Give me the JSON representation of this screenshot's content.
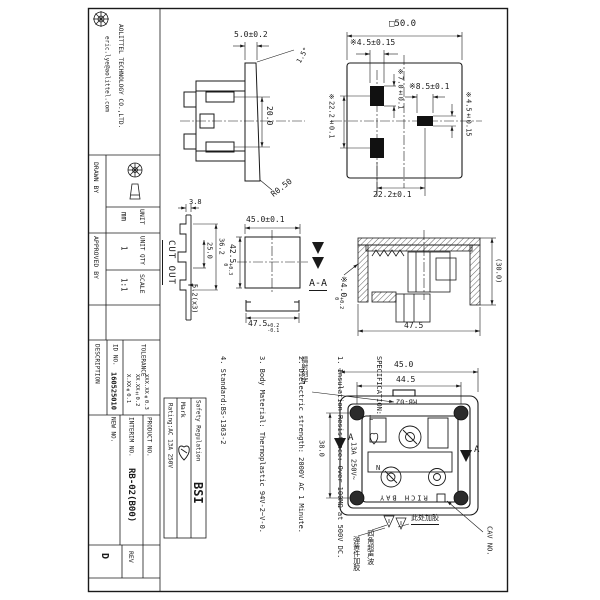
{
  "title_block": {
    "company": "AOLITTEL TECHNOLOGY CO.,LTD.",
    "email": "eric.lye@aolittel.com",
    "drawn_by_label": "DRAWN BY",
    "approved_by_label": "APPROVED BY",
    "unit_label": "UNIT",
    "unit_value": "mm",
    "unit_qty_label": "UNIT QTY",
    "unit_qty_value": "1",
    "scale_label": "SCALE",
    "scale_value": "1:1",
    "description_label": "DESCRIPTION",
    "id_no_label": "ID NO.",
    "id_no_value": "160525010",
    "tolerance_label": "TOLERANCE",
    "tolerance_values": [
      "X.XX±0.1",
      "XX.XX±0.2",
      "XXX.XX±0.3"
    ],
    "product_no_label": "PRODUCT NO.",
    "product_no_value": "RB-02(B00)",
    "interim_no_label": "INTERIM NO.",
    "new_no_label": "NEW NO.",
    "rev_label": "REV",
    "rev_value": "D"
  },
  "approval_table": {
    "rating": "Rating:AC 13A 250V",
    "mark_label": "Mark",
    "safety_label": "Safety Regulation",
    "safety_value": "BSI"
  },
  "specification": {
    "title": "SPECIFICATION:",
    "items": [
      "1. Insulation Resistance: Over 100MΩ at 500V DC.",
      "2. Dielectric strength: 2000V AC 1 Minute.",
      "3. Body Material: Thermoplastic 94V-2~V-0.",
      "4. Standard:BS-1363-2"
    ]
  },
  "views": {
    "side": {
      "flange_width": "5.0±0.2",
      "draft_angle": "1.5°",
      "pin_pitch": "20.0",
      "corner_radius": "R0.50"
    },
    "face": {
      "outer_size": "□50.0",
      "slot_width": "※4.5±0.15",
      "slot_height": "※7.0±0.1",
      "earth_slot_width": "※8.5±0.1",
      "earth_slot_height": "※4.5±0.15",
      "slot_pitch_vertical": "※22.2±0.1",
      "slot_pitch_horizontal": "22.2±0.1"
    },
    "cutout": {
      "label": "CUT OUT",
      "panel_thickness": "3.8",
      "depth_total": "36.2",
      "depth_inner": "25.0",
      "step": "5.2(x3)",
      "width": "45.0±0.1",
      "height": "42.5",
      "height_tol_up": "+0.3",
      "height_tol_dn": "0",
      "outer_width": "47.5",
      "outer_tol_up": "+0.2",
      "outer_tol_dn": "-0.1"
    },
    "section": {
      "label": "A-A",
      "wall": "※4.0",
      "wall_tol_up": "+0.2",
      "wall_tol_dn": "0",
      "width": "47.5",
      "height_ref": "(30.0)"
    },
    "bottom": {
      "width": "45.0",
      "screw_pitch": "44.5",
      "height": "38.0",
      "model": "RB-02",
      "brand": "RICH BAY",
      "live": "L",
      "neutral": "N",
      "rating": "13A 250V~",
      "cav_label": "CAV NO.",
      "section_arrow": "A"
    }
  },
  "annotations": {
    "laser_engraving": "镭射刻字",
    "glue_here": "此处加胶",
    "ultrasonic_corners": "四角超声波",
    "spring_glue": "弹簧件加胶"
  }
}
